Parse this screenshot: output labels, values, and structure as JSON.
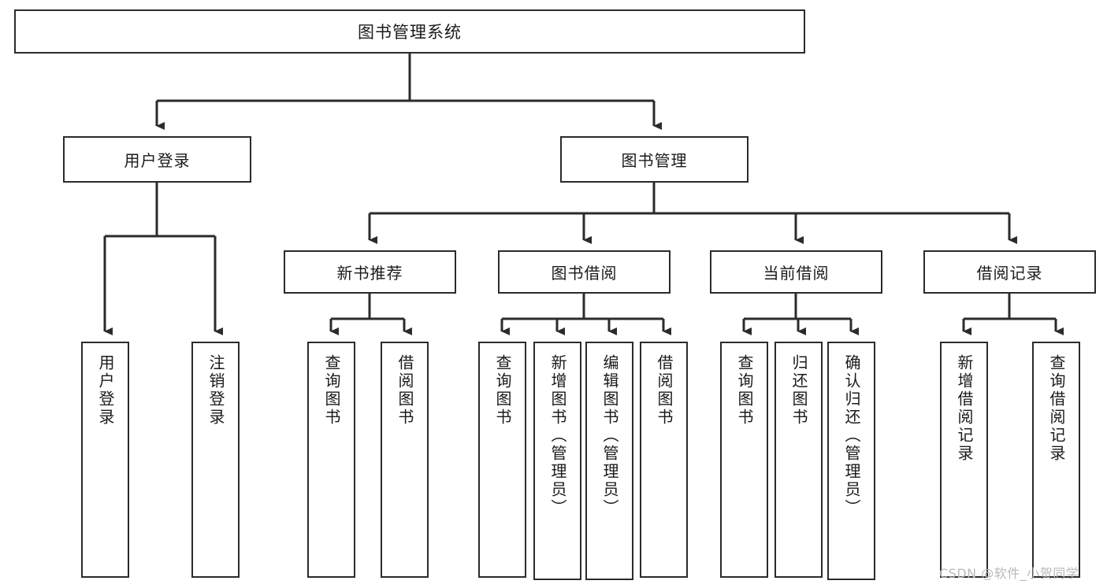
{
  "diagram": {
    "type": "tree",
    "title_text": "图书管理系统",
    "watermark": "CSDN @软件_小贺同学",
    "colors": {
      "background": "#ffffff",
      "box_border": "#2b2b2b",
      "box_fill": "#ffffff",
      "connector": "#2b2b2b",
      "text": "#1a1a1a",
      "watermark": "#b9b9b9"
    },
    "root": {
      "label": "图书管理系统"
    },
    "level2": [
      {
        "label": "用户登录"
      },
      {
        "label": "图书管理"
      }
    ],
    "level3": [
      {
        "label": "新书推荐"
      },
      {
        "label": "图书借阅"
      },
      {
        "label": "当前借阅"
      },
      {
        "label": "借阅记录"
      }
    ],
    "leaves": {
      "user_login": [
        {
          "label": "用户登录"
        },
        {
          "label": "注销登录"
        }
      ],
      "new_book_recommend": [
        {
          "label": "查询图书"
        },
        {
          "label": "借阅图书"
        }
      ],
      "book_borrow": [
        {
          "label": "查询图书"
        },
        {
          "label": "新增图书（管理员）"
        },
        {
          "label": "编辑图书（管理员）"
        },
        {
          "label": "借阅图书"
        }
      ],
      "current_borrow": [
        {
          "label": "查询图书"
        },
        {
          "label": "归还图书"
        },
        {
          "label": "确认归还（管理员）"
        }
      ],
      "borrow_record": [
        {
          "label": "新增借阅记录"
        },
        {
          "label": "查询借阅记录"
        }
      ]
    }
  }
}
